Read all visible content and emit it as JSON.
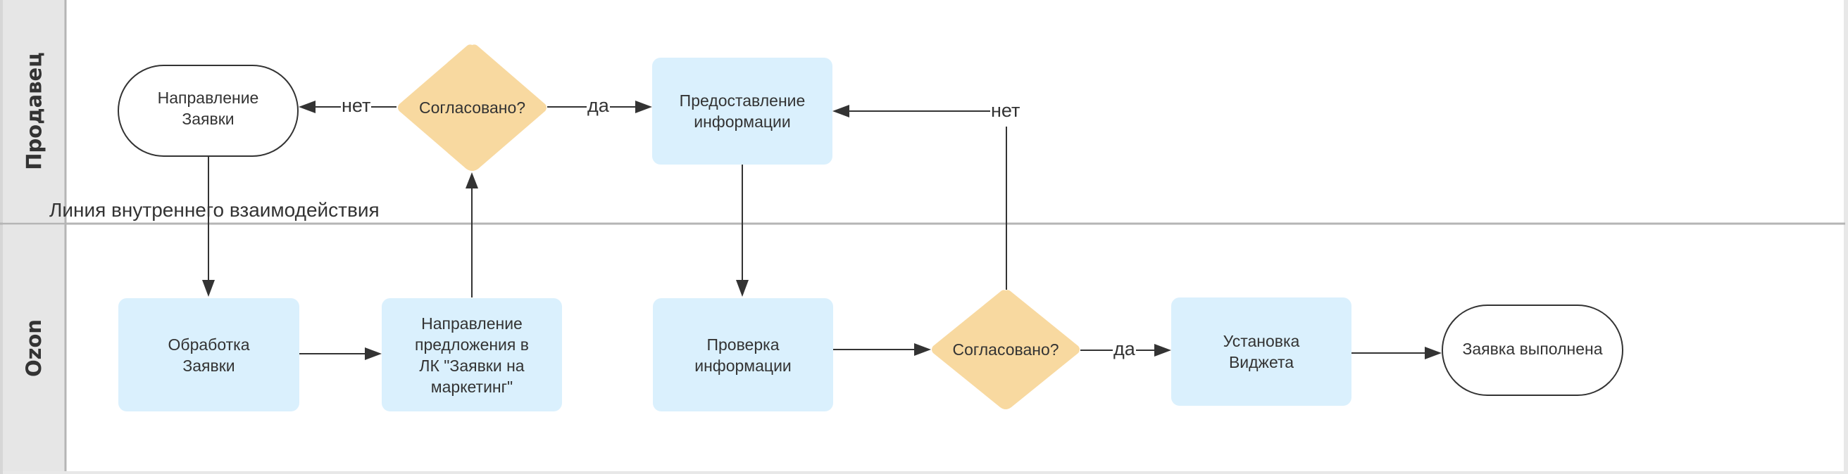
{
  "diagram": {
    "lanes": [
      {
        "id": "seller",
        "label": "Продавец"
      },
      {
        "id": "ozon",
        "label": "Ozon"
      }
    ],
    "interaction_line_label": "Линия внутреннего взаимодействия",
    "nodes": [
      {
        "id": "n1",
        "type": "terminal",
        "lane": "seller",
        "text": "Направление Заявки",
        "lines": [
          "Направление",
          "Заявки"
        ]
      },
      {
        "id": "n2",
        "type": "decision",
        "lane": "seller",
        "text": "Согласовано?"
      },
      {
        "id": "n3",
        "type": "process",
        "lane": "seller",
        "text": "Предоставление информации",
        "lines": [
          "Предоставление",
          "информации"
        ]
      },
      {
        "id": "n4",
        "type": "process",
        "lane": "ozon",
        "text": "Обработка Заявки",
        "lines": [
          "Обработка",
          "Заявки"
        ]
      },
      {
        "id": "n5",
        "type": "process",
        "lane": "ozon",
        "text": "Направление предложения в ЛК \"Заявки на маркетинг\"",
        "lines": [
          "Направление",
          "предложения в",
          "ЛК \"Заявки на",
          "маркетинг\""
        ]
      },
      {
        "id": "n6",
        "type": "process",
        "lane": "ozon",
        "text": "Проверка информации",
        "lines": [
          "Проверка",
          "информации"
        ]
      },
      {
        "id": "n7",
        "type": "decision",
        "lane": "ozon",
        "text": "Согласовано?"
      },
      {
        "id": "n8",
        "type": "process",
        "lane": "ozon",
        "text": "Установка Виджета",
        "lines": [
          "Установка",
          "Виджета"
        ]
      },
      {
        "id": "n9",
        "type": "terminal",
        "lane": "ozon",
        "text": "Заявка выполнена"
      }
    ],
    "edges": [
      {
        "from": "n1",
        "to": "n4",
        "label": ""
      },
      {
        "from": "n4",
        "to": "n5",
        "label": ""
      },
      {
        "from": "n5",
        "to": "n2",
        "label": ""
      },
      {
        "from": "n2",
        "to": "n1",
        "label": "нет"
      },
      {
        "from": "n2",
        "to": "n3",
        "label": "да"
      },
      {
        "from": "n3",
        "to": "n6",
        "label": ""
      },
      {
        "from": "n6",
        "to": "n7",
        "label": ""
      },
      {
        "from": "n7",
        "to": "n3",
        "label": "нет"
      },
      {
        "from": "n7",
        "to": "n8",
        "label": "да"
      },
      {
        "from": "n8",
        "to": "n9",
        "label": ""
      }
    ],
    "colors": {
      "process_fill": "#daf0fd",
      "decision_fill": "#f8d9a0",
      "lane_header": "#e6e6e6",
      "line": "#333333",
      "divider": "#b5b5b5"
    }
  }
}
